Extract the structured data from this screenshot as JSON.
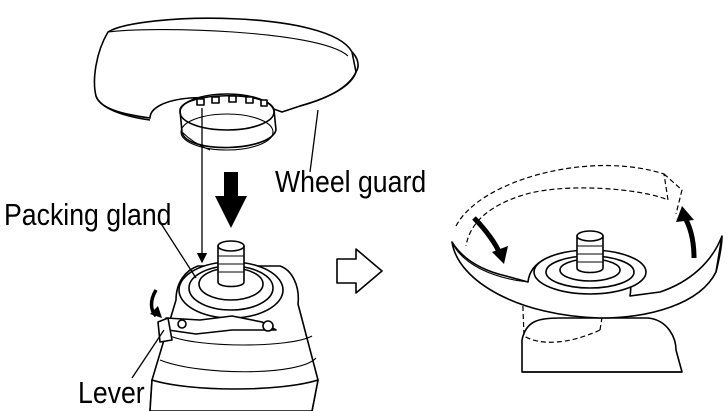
{
  "labels": {
    "wheel_guard": "Wheel guard",
    "packing_gland": "Packing gland",
    "lever": "Lever"
  },
  "colors": {
    "ink": "#000000",
    "paper": "#ffffff",
    "shade": "#6e6e6e"
  },
  "icons": {
    "step_arrow": "hollow-right-arrow",
    "insert_arrow": "solid-down-arrow",
    "rotate_arrows": "curved-rotation-arrows"
  }
}
